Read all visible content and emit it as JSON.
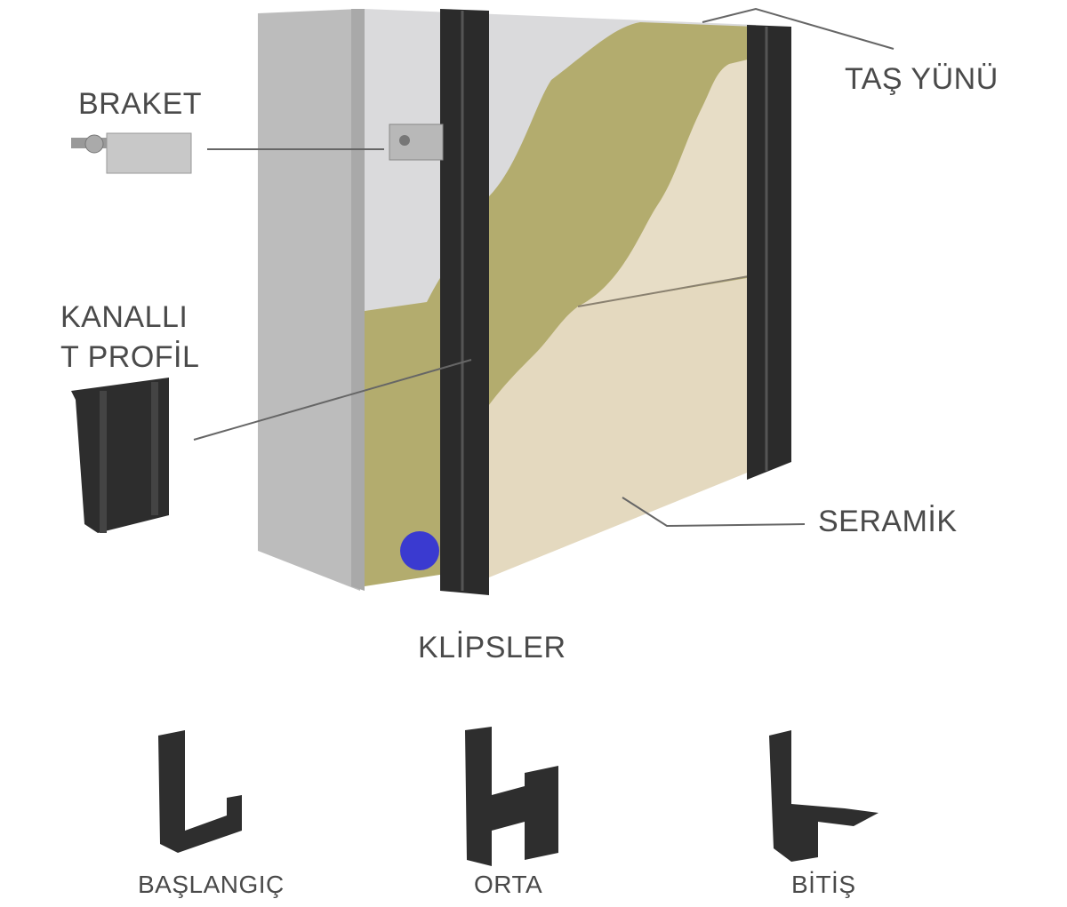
{
  "labels": {
    "braket": "BRAKET",
    "tas_yunu": "TAŞ YÜNÜ",
    "kanalli_line1": "KANALLI",
    "kanalli_line2": "T PROFİL",
    "seramik": "SERAMİK",
    "klipsler": "KLİPSLER",
    "baslangic": "BAŞLANGIÇ",
    "orta": "ORTA",
    "bitis": "BİTİŞ"
  },
  "colors": {
    "concrete": "#bcbcbc",
    "membrane": "#d9d9db",
    "insulation": "#b3ac6e",
    "ceramic": "#e6dcc4",
    "profile": "#2b2b2b",
    "text": "#4a4a4a"
  }
}
